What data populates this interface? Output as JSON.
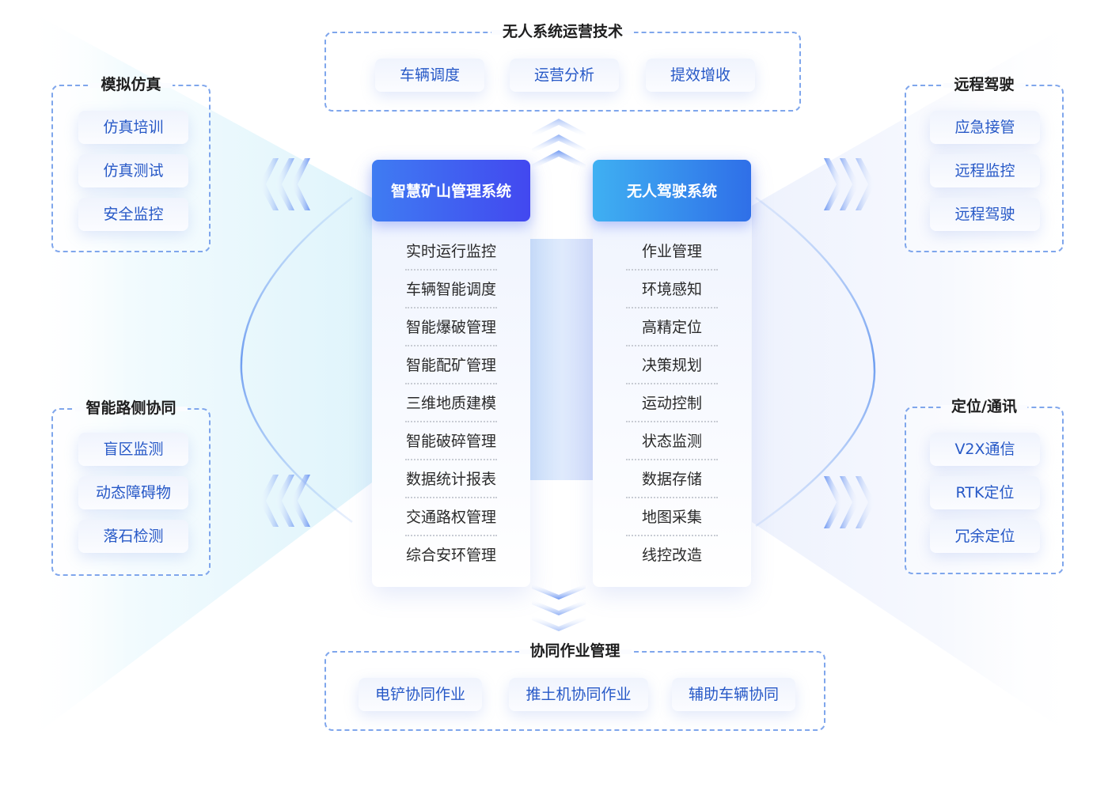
{
  "top_group": {
    "title": "无人系统运营技术",
    "items": [
      "车辆调度",
      "运营分析",
      "提效增收"
    ]
  },
  "bottom_group": {
    "title": "协同作业管理",
    "items": [
      "电铲协同作业",
      "推土机协同作业",
      "辅助车辆协同"
    ]
  },
  "left_top_group": {
    "title": "模拟仿真",
    "items": [
      "仿真培训",
      "仿真测试",
      "安全监控"
    ]
  },
  "left_bottom_group": {
    "title": "智能路侧协同",
    "items": [
      "盲区监测",
      "动态障碍物",
      "落石检测"
    ]
  },
  "right_top_group": {
    "title": "远程驾驶",
    "items": [
      "应急接管",
      "远程监控",
      "远程驾驶"
    ]
  },
  "right_bottom_group": {
    "title": "定位/通讯",
    "items": [
      "V2X通信",
      "RTK定位",
      "冗余定位"
    ]
  },
  "center": {
    "left_column": {
      "title": "智慧矿山管理系统",
      "items": [
        "实时运行监控",
        "车辆智能调度",
        "智能爆破管理",
        "智能配矿管理",
        "三维地质建模",
        "智能破碎管理",
        "数据统计报表",
        "交通路权管理",
        "综合安环管理"
      ]
    },
    "right_column": {
      "title": "无人驾驶系统",
      "items": [
        "作业管理",
        "环境感知",
        "高精定位",
        "决策规划",
        "运动控制",
        "状态监测",
        "数据存储",
        "地图采集",
        "线控改造"
      ]
    }
  },
  "arrows": {
    "up": "chevron-up-icon",
    "down": "chevron-down-icon",
    "left": "chevron-left-icon",
    "right": "chevron-right-icon"
  },
  "colors": {
    "accent_blue": "#2759c7",
    "dashed_border": "#7fa6ec",
    "left_header_start": "#3f7cf2",
    "left_header_end": "#4248f0",
    "right_header_start": "#3fb0f2",
    "right_header_end": "#2f6fe8",
    "title_text": "#1e1e1e",
    "list_text": "#2a2a2a"
  }
}
